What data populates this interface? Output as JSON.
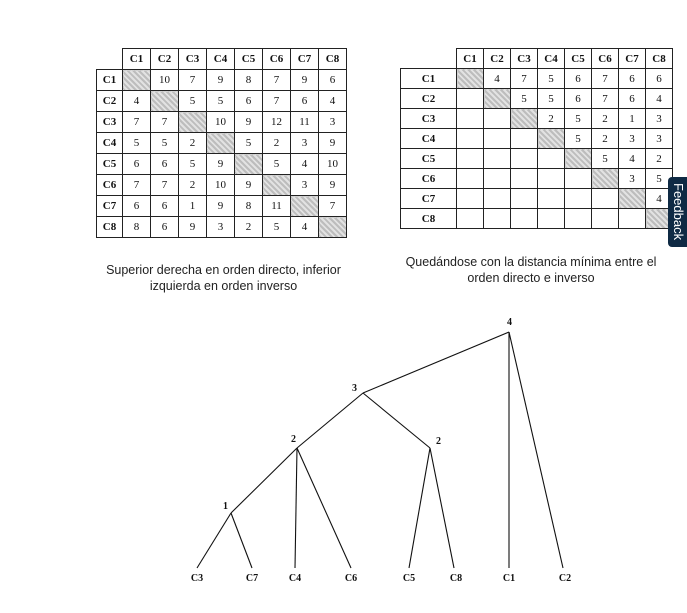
{
  "matrix_left": {
    "headers": [
      "C1",
      "C2",
      "C3",
      "C4",
      "C5",
      "C6",
      "C7",
      "C8"
    ],
    "rows": [
      {
        "label": "C1",
        "cells": [
          "",
          "10",
          "7",
          "9",
          "8",
          "7",
          "9",
          "6"
        ]
      },
      {
        "label": "C2",
        "cells": [
          "4",
          "",
          "5",
          "5",
          "6",
          "7",
          "6",
          "4"
        ]
      },
      {
        "label": "C3",
        "cells": [
          "7",
          "7",
          "",
          "10",
          "9",
          "12",
          "11",
          "3"
        ]
      },
      {
        "label": "C4",
        "cells": [
          "5",
          "5",
          "2",
          "",
          "5",
          "2",
          "3",
          "9"
        ]
      },
      {
        "label": "C5",
        "cells": [
          "6",
          "6",
          "5",
          "9",
          "",
          "5",
          "4",
          "10"
        ]
      },
      {
        "label": "C6",
        "cells": [
          "7",
          "7",
          "2",
          "10",
          "9",
          "",
          "3",
          "9"
        ]
      },
      {
        "label": "C7",
        "cells": [
          "6",
          "6",
          "1",
          "9",
          "8",
          "11",
          "",
          "7"
        ]
      },
      {
        "label": "C8",
        "cells": [
          "8",
          "6",
          "9",
          "3",
          "2",
          "5",
          "4",
          ""
        ]
      }
    ]
  },
  "matrix_right": {
    "headers": [
      "C1",
      "C2",
      "C3",
      "C4",
      "C5",
      "C6",
      "C7",
      "C8"
    ],
    "rows": [
      {
        "label": "C1",
        "cells": [
          "",
          "4",
          "7",
          "5",
          "6",
          "7",
          "6",
          "6"
        ]
      },
      {
        "label": "C2",
        "cells": [
          "",
          "",
          "5",
          "5",
          "6",
          "7",
          "6",
          "4"
        ]
      },
      {
        "label": "C3",
        "cells": [
          "",
          "",
          "",
          "2",
          "5",
          "2",
          "1",
          "3"
        ]
      },
      {
        "label": "C4",
        "cells": [
          "",
          "",
          "",
          "",
          "5",
          "2",
          "3",
          "3"
        ]
      },
      {
        "label": "C5",
        "cells": [
          "",
          "",
          "",
          "",
          "",
          "5",
          "4",
          "2"
        ]
      },
      {
        "label": "C6",
        "cells": [
          "",
          "",
          "",
          "",
          "",
          "",
          "3",
          "5"
        ]
      },
      {
        "label": "C7",
        "cells": [
          "",
          "",
          "",
          "",
          "",
          "",
          "",
          "4"
        ]
      },
      {
        "label": "C8",
        "cells": [
          "",
          "",
          "",
          "",
          "",
          "",
          "",
          ""
        ]
      }
    ]
  },
  "caption_left": "Superior derecha en orden directo, inferior izquierda en orden inverso",
  "caption_right": "Quedándose con la distancia mínima entre el orden directo e inverso",
  "feedback_label": "Feedback",
  "dendrogram": {
    "leaves": [
      "C3",
      "C7",
      "C4",
      "C6",
      "C5",
      "C8",
      "C1",
      "C2"
    ],
    "node_levels": [
      "1",
      "2",
      "2",
      "3",
      "4"
    ]
  }
}
